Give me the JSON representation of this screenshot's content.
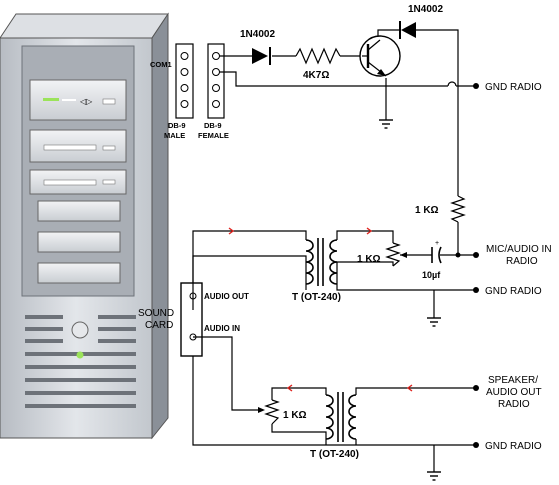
{
  "diagram": {
    "connectors": {
      "com_port": "COM1",
      "db9_male": [
        "DB-9",
        "MALE"
      ],
      "db9_female": [
        "DB-9",
        "FEMALE"
      ]
    },
    "components": {
      "diode_1": "1N4002",
      "diode_2": "1N4002",
      "resistor_base": "4K7Ω",
      "resistor_collector": "1 KΩ",
      "potentiometer_upper": "1 KΩ",
      "capacitor": "10µf",
      "potentiometer_lower": "1 KΩ",
      "transformer_upper": "T (OT-240)",
      "transformer_lower": "T (OT-240)"
    },
    "sound_card": {
      "label": [
        "SOUND",
        "CARD"
      ],
      "audio_out": "AUDIO OUT",
      "audio_in": "AUDIO IN"
    },
    "terminals": {
      "gnd_ptt": "GND RADIO",
      "mic_in": [
        "MIC/AUDIO IN",
        "RADIO"
      ],
      "gnd_upper": "GND RADIO",
      "speaker_out": [
        "SPEAKER/",
        "AUDIO OUT",
        "RADIO"
      ],
      "gnd_lower": "GND RADIO"
    },
    "colors": {
      "arrow": "#e0241f",
      "case_body": "#cfd3d8",
      "case_side": "#8a9098",
      "led": "#9be35a"
    }
  }
}
